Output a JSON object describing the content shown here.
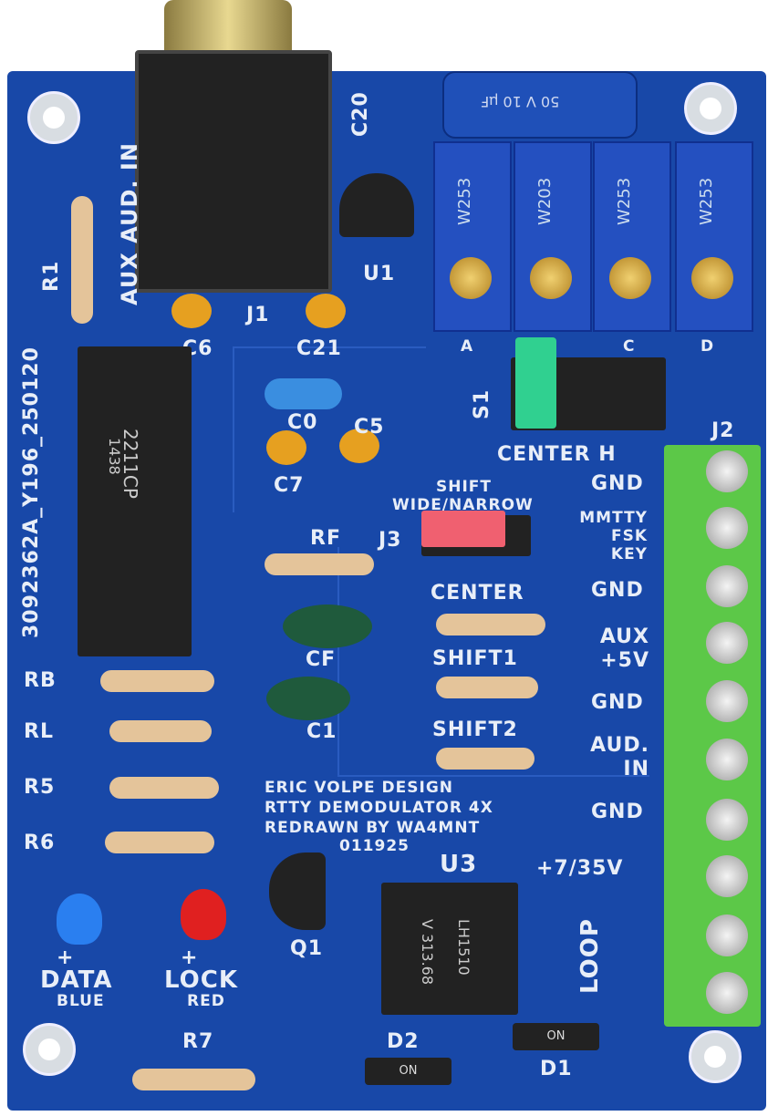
{
  "board": {
    "part_number": "3092362A_Y196_250120",
    "jack_label": "AUX AUD. IN",
    "credits": [
      "ERIC VOLPE DESIGN",
      "RTTY DEMODULATOR 4X",
      "REDRAWN BY WA4MNT",
      "011925"
    ],
    "refs": {
      "R1": "R1",
      "J1": "J1",
      "C6": "C6",
      "C21": "C21",
      "C20": "C20",
      "U1": "U1",
      "C0": "C0",
      "C5": "C5",
      "C7": "C7",
      "RF": "RF",
      "J3": "J3",
      "CF": "CF",
      "C1": "C1",
      "RB": "RB",
      "RL": "RL",
      "R5": "R5",
      "R6": "R6",
      "Q1": "Q1",
      "U3": "U3",
      "R7": "R7",
      "D2": "D2",
      "D1": "D1",
      "S1": "S1",
      "J2": "J2"
    },
    "pots": [
      {
        "label": "A",
        "marking": "W253"
      },
      {
        "label": "",
        "marking": "W203"
      },
      {
        "label": "C",
        "marking": "W253"
      },
      {
        "label": "D",
        "marking": "W253"
      }
    ],
    "electrolytic": "50 V 10 µF",
    "s1_label": "CENTER H",
    "jumper_label": [
      "SHIFT",
      "WIDE/NARROW"
    ],
    "resistor_labels": [
      "CENTER",
      "SHIFT1",
      "SHIFT2"
    ],
    "ic_u2": [
      "2211CP",
      "1438"
    ],
    "ic_u3": [
      "LH1510",
      "V 313.68"
    ],
    "diode_marking": "ON",
    "leds": [
      {
        "label": "DATA",
        "color_label": "BLUE",
        "plus": "+",
        "color": "#2a7ff0"
      },
      {
        "label": "LOCK",
        "color_label": "RED",
        "plus": "+",
        "color": "#e02020"
      }
    ],
    "terminals": [
      "GND",
      "MMTTY FSK KEY",
      "GND",
      "AUX +5V",
      "GND",
      "AUD. IN",
      "GND",
      "+7/35V",
      "LOOP"
    ]
  },
  "colors": {
    "pcb": "#1848a8",
    "terminal": "#5cc848",
    "silk": "#e8eef8"
  }
}
